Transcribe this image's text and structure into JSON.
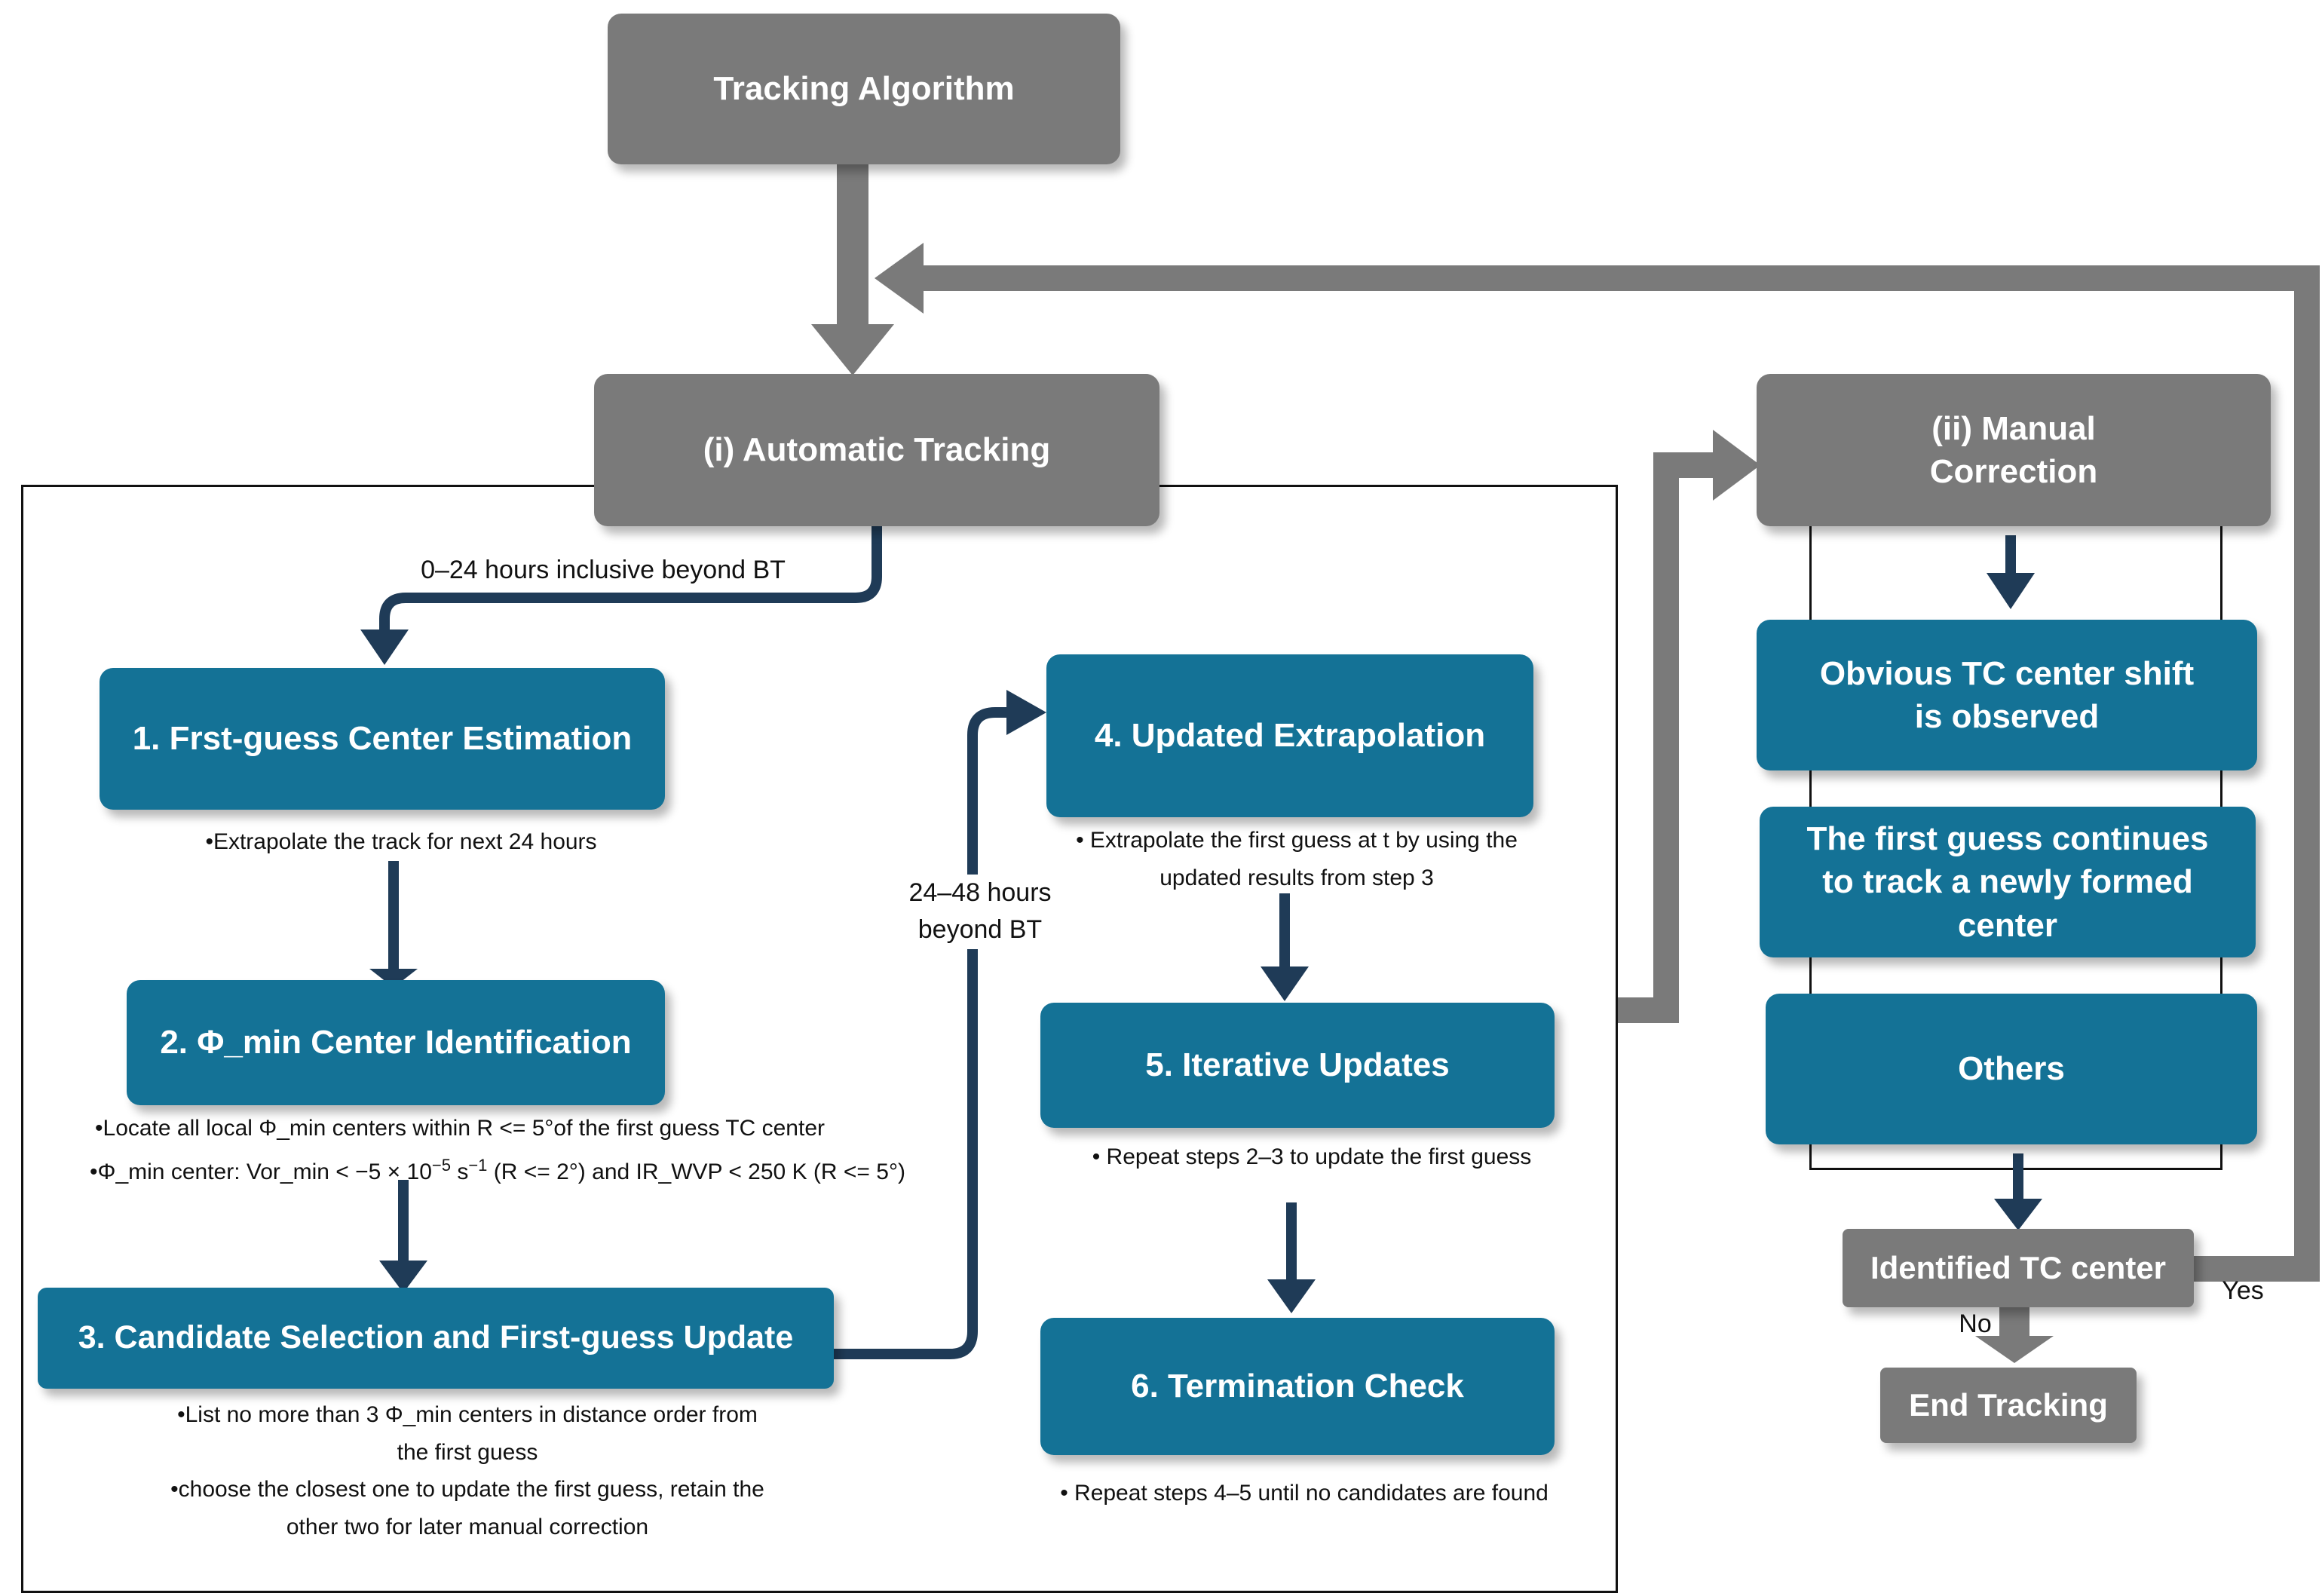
{
  "nodes": {
    "tracking_algorithm": "Tracking Algorithm",
    "automatic_tracking": "(i) Automatic Tracking",
    "manual_correction_1": "(ii) Manual",
    "manual_correction_2": "Correction",
    "step1": "1. Frst-guess Center Estimation",
    "step2": "2. Φ_min Center Identification",
    "step3": "3. Candidate Selection and First-guess Update",
    "step4": "4. Updated Extrapolation",
    "step5": "5. Iterative Updates",
    "step6": "6. Termination Check",
    "mc_shift_1": "Obvious TC center shift",
    "mc_shift_2": "is observed",
    "mc_newcenter_1": "The first guess continues",
    "mc_newcenter_2": "to track a newly formed",
    "mc_newcenter_3": "center",
    "mc_others": "Others",
    "identified": "Identified TC center",
    "end": "End Tracking"
  },
  "notes": {
    "step1": "•Extrapolate the track for next 24 hours",
    "step2_line1": "•Locate all local Φ_min centers within R <= 5°of the first guess TC center",
    "step2_line2_a": "•Φ_min center: Vor_min < −5 × 10",
    "step2_line2_exp1": "−5",
    "step2_line2_b": " s",
    "step2_line2_exp2": "−1",
    "step2_line2_c": " (R <= 2°) and IR_WVP < 250 K (R <= 5°)",
    "step3_line1": "•List no more than 3 Φ_min centers in distance order from",
    "step3_line2": "the first guess",
    "step3_line3": "•choose the closest one to update the first guess, retain the",
    "step3_line4": "other two for later manual correction",
    "step4_line1": "• Extrapolate the first guess at t by using the",
    "step4_line2": "updated results from step 3",
    "step5": "• Repeat steps 2–3 to update the first guess",
    "step6": "• Repeat steps 4–5 until no candidates are found"
  },
  "labels": {
    "range_0_24": "0–24 hours inclusive beyond BT",
    "range_24_48_1": "24–48 hours",
    "range_24_48_2": "beyond BT",
    "yes": "Yes",
    "no": "No"
  },
  "colors": {
    "gray_box": "#7a7a7a",
    "blue_box": "#147296",
    "dark_arrow": "#1f3b57",
    "gray_arrow": "#7a7a7a"
  }
}
